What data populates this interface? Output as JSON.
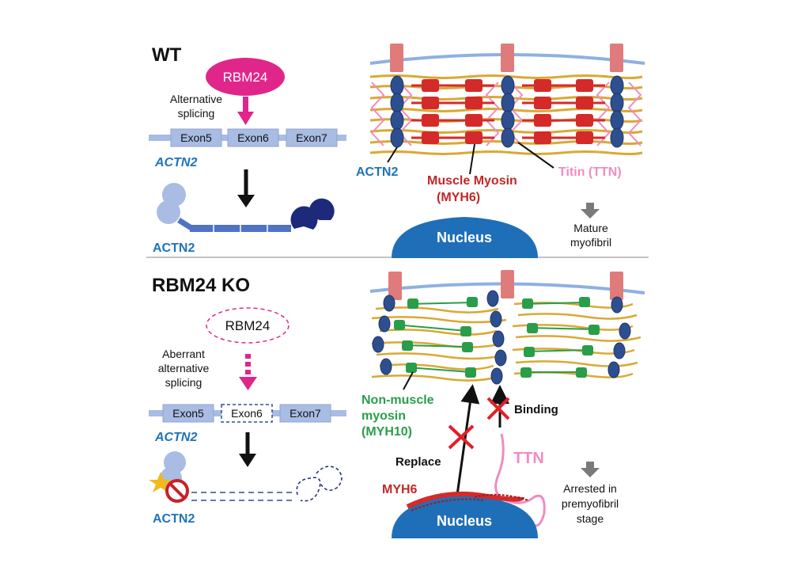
{
  "wt": {
    "title": "WT",
    "rbm24": "RBM24",
    "splicing_line1": "Alternative",
    "splicing_line2": "splicing",
    "exon5": "Exon5",
    "exon6": "Exon6",
    "exon7": "Exon7",
    "gene": "ACTN2",
    "protein": "ACTN2",
    "actn2_label": "ACTN2",
    "myosin_line1": "Muscle Myosin",
    "myosin_line2": "(MYH6)",
    "titin": "Titin (TTN)",
    "nucleus": "Nucleus",
    "outcome_line1": "Mature",
    "outcome_line2": "myofibril"
  },
  "ko": {
    "title": "RBM24 KO",
    "rbm24": "RBM24",
    "splicing_line1": "Aberrant",
    "splicing_line2": "alternative",
    "splicing_line3": "splicing",
    "exon5": "Exon5",
    "exon6": "Exon6",
    "exon7": "Exon7",
    "gene": "ACTN2",
    "protein": "ACTN2",
    "nonmuscle_line1": "Non-muscle",
    "nonmuscle_line2": "myosin",
    "nonmuscle_line3": "(MYH10)",
    "binding": "Binding",
    "replace": "Replace",
    "ttn": "TTN",
    "myh6": "MYH6",
    "nucleus": "Nucleus",
    "outcome_line1": "Arrested in",
    "outcome_line2": "premyofibril",
    "outcome_line3": "stage"
  },
  "colors": {
    "rbm24": "#e0268a",
    "actn2_text": "#1f73b7",
    "exon_fill": "#a9bce3",
    "nucleus": "#1f6fb8",
    "myosin": "#d42a2a",
    "titin": "#f08cc0",
    "nonmuscle": "#2a9d4a",
    "actin": "#d9a933",
    "zdisc": "#2e4f8f",
    "membrane_pillar": "#e07b7b"
  }
}
